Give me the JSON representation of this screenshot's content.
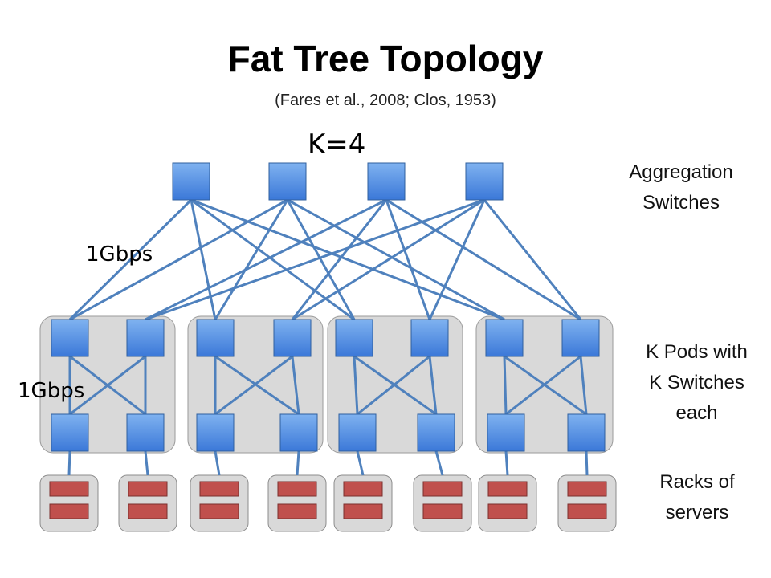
{
  "title": "Fat Tree Topology",
  "subtitle": "(Fares et al., 2008; Clos, 1953)",
  "k_label": "K=4",
  "link_speed_top": "1Gbps",
  "link_speed_pod": "1Gbps",
  "labels": {
    "aggregation": [
      "Aggregation",
      "Switches"
    ],
    "pods": [
      "K Pods with",
      "K Switches",
      "each"
    ],
    "racks": [
      "Racks of",
      "servers"
    ]
  },
  "colors": {
    "switch": "#4f8ee0",
    "link": "#4f81bd",
    "pod_bg": "#d9d9d9",
    "server": "#c0504d"
  }
}
